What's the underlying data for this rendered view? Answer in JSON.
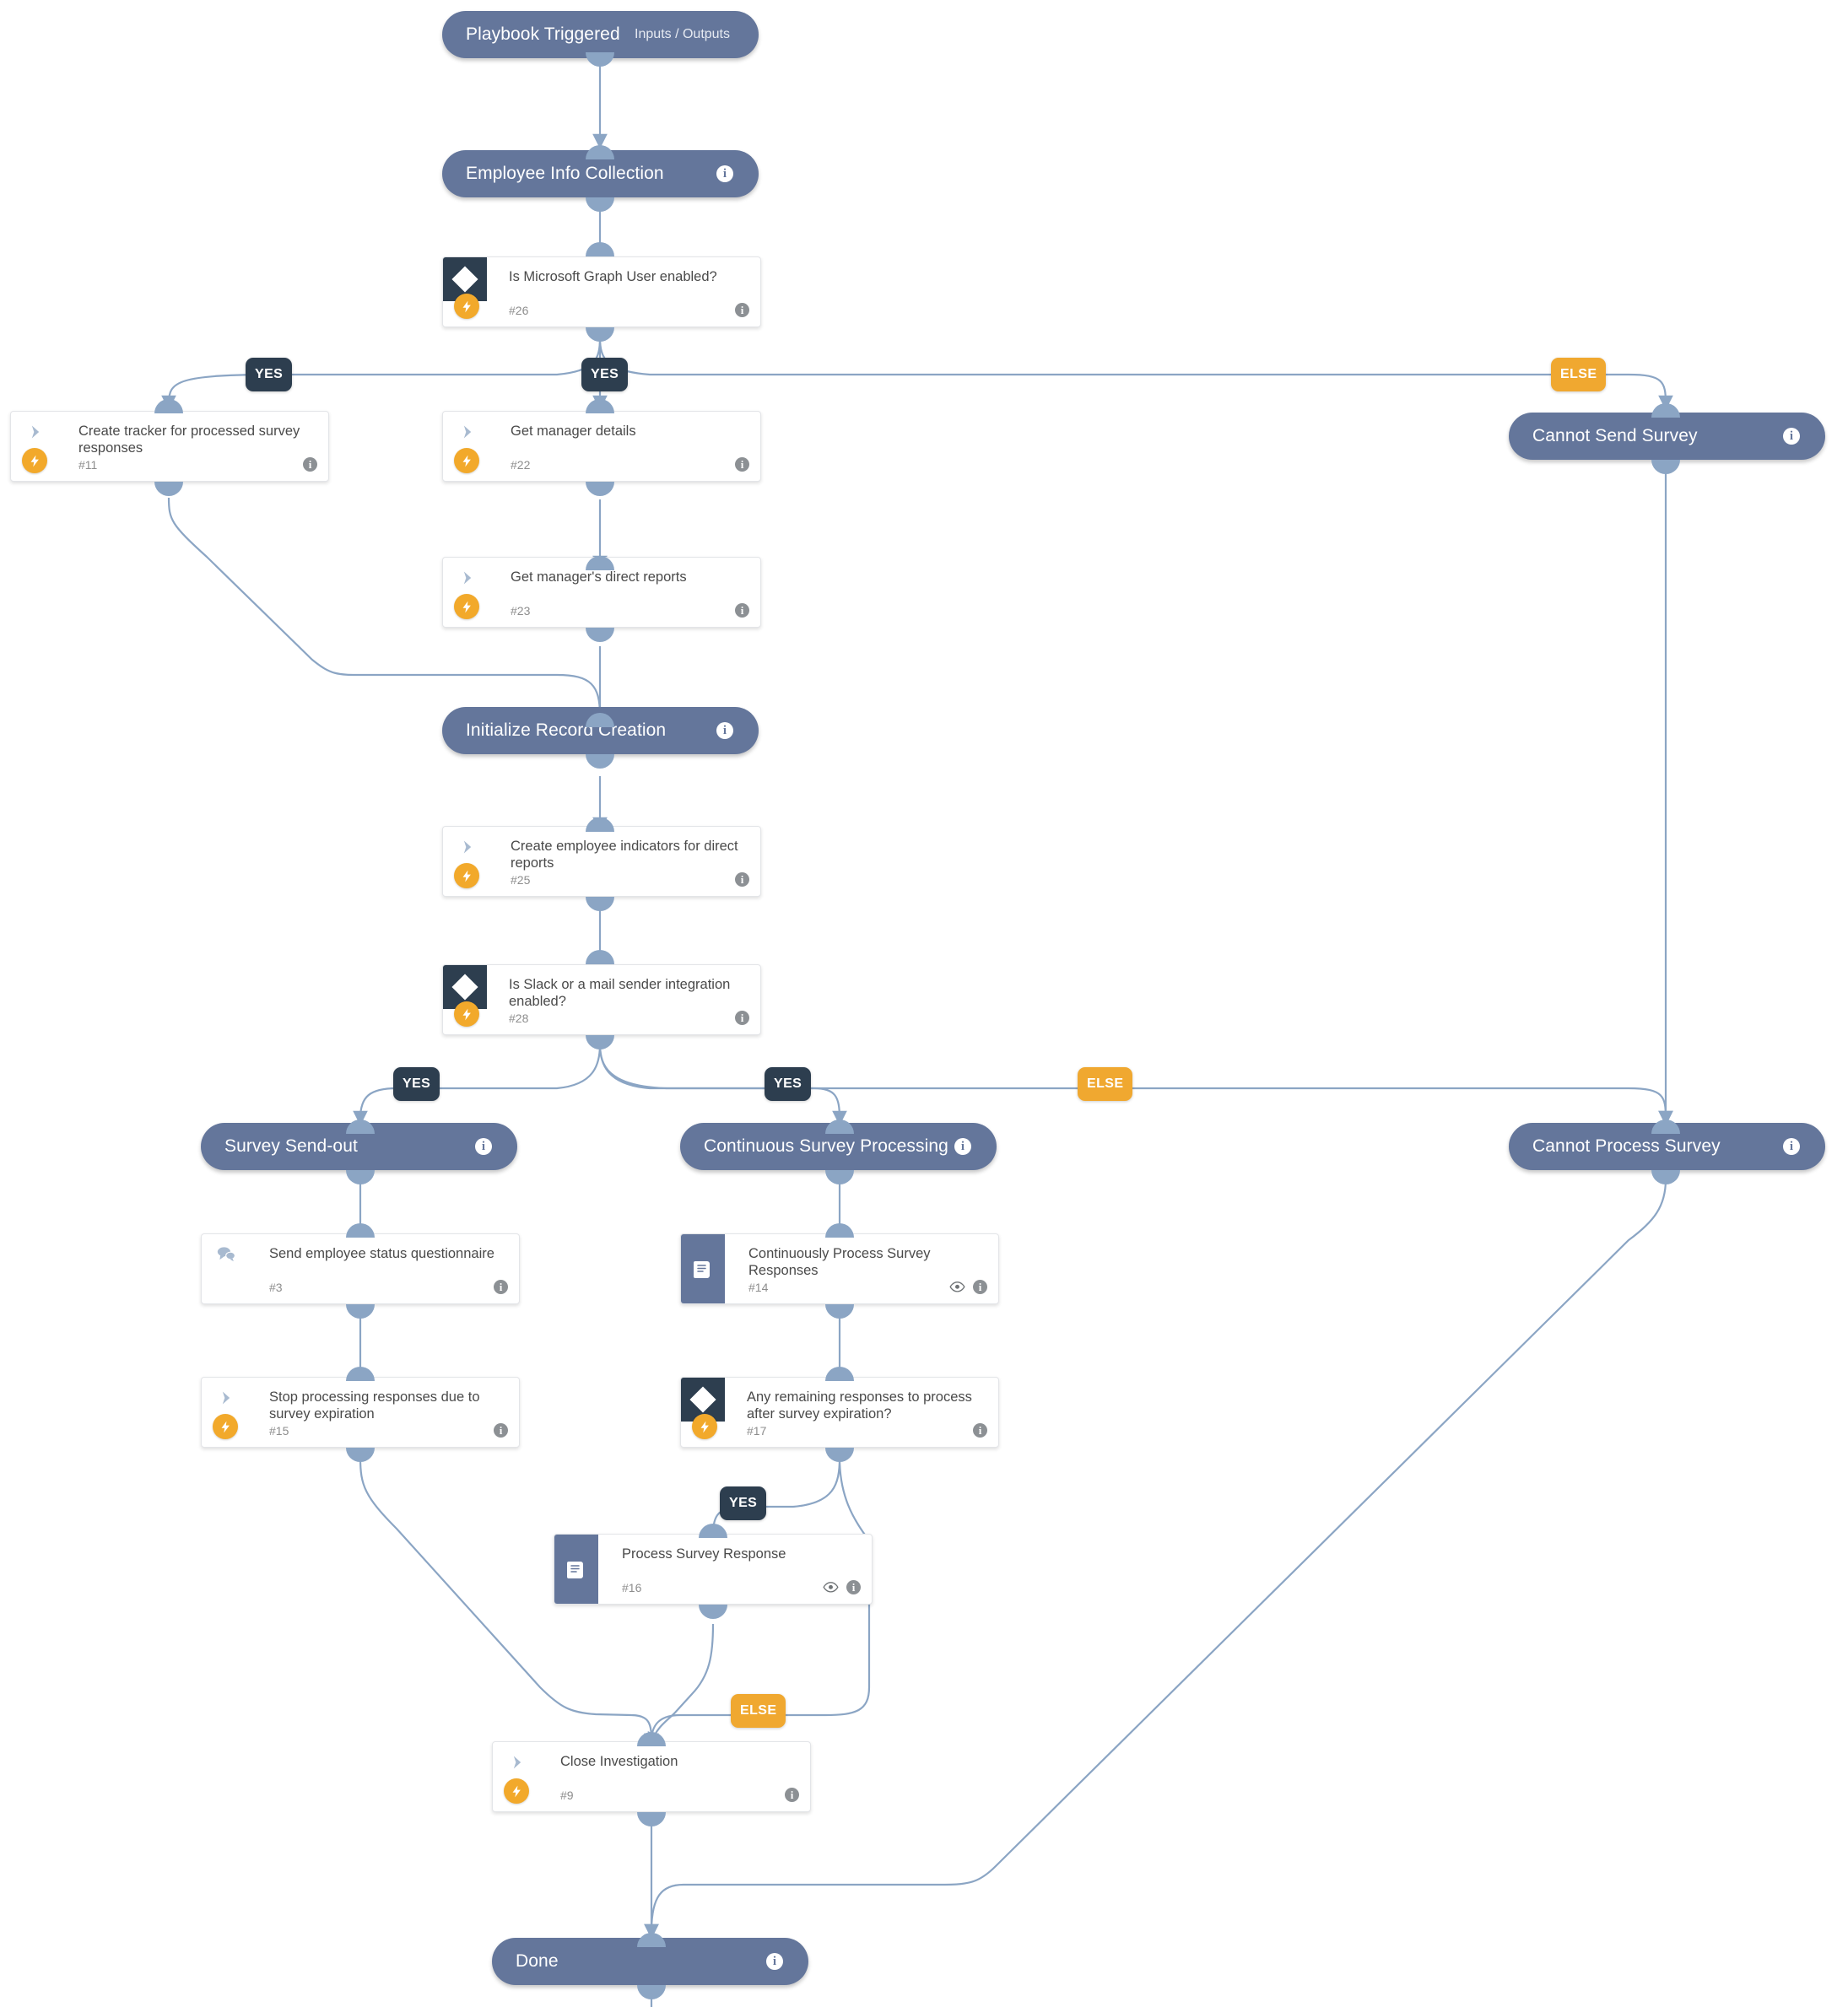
{
  "meta": {
    "colors": {
      "pill_bg": "#64769b",
      "condition_strip": "#2d3e4f",
      "bolt": "#f2a92b",
      "else_badge": "#f0a830",
      "yes_badge": "#2d3e4f",
      "edge": "#8ba5c4",
      "card_bg": "#ffffff"
    }
  },
  "nodes": {
    "playbook_triggered": {
      "label": "Playbook Triggered",
      "sub": "Inputs / Outputs",
      "type": "start"
    },
    "employee_info_collection": {
      "label": "Employee Info Collection",
      "type": "section",
      "info": "i"
    },
    "is_ms_graph_user_enabled": {
      "title": "Is Microsoft Graph User enabled?",
      "num": "#26",
      "type": "condition",
      "icon": "diamond-icon",
      "bolt": true,
      "info": "i"
    },
    "create_tracker": {
      "title": "Create tracker for processed survey responses",
      "num": "#11",
      "type": "task",
      "icon": "chevron-right-icon",
      "bolt": true,
      "info": "i"
    },
    "get_manager_details": {
      "title": "Get manager details",
      "num": "#22",
      "type": "task",
      "icon": "chevron-right-icon",
      "bolt": true,
      "info": "i"
    },
    "get_manager_direct_reports": {
      "title": "Get manager's direct reports",
      "num": "#23",
      "type": "task",
      "icon": "chevron-right-icon",
      "bolt": true,
      "info": "i"
    },
    "cannot_send_survey": {
      "label": "Cannot Send Survey",
      "type": "section",
      "info": "i"
    },
    "initialize_record_creation": {
      "label": "Initialize Record Creation",
      "type": "section",
      "info": "i"
    },
    "create_employee_indicators": {
      "title": "Create employee indicators for direct reports",
      "num": "#25",
      "type": "task",
      "icon": "chevron-right-icon",
      "bolt": true,
      "info": "i"
    },
    "is_slack_or_mail_enabled": {
      "title": "Is Slack or a mail sender integration enabled?",
      "num": "#28",
      "type": "condition",
      "icon": "diamond-icon",
      "bolt": true,
      "info": "i"
    },
    "survey_send_out": {
      "label": "Survey Send-out",
      "type": "section",
      "info": "i"
    },
    "continuous_survey_processing": {
      "label": "Continuous Survey Processing",
      "type": "section",
      "info": "i"
    },
    "cannot_process_survey": {
      "label": "Cannot Process Survey",
      "type": "section",
      "info": "i"
    },
    "send_employee_status_questionnaire": {
      "title": "Send employee status questionnaire",
      "num": "#3",
      "type": "task",
      "icon": "chat-bubbles-icon",
      "bolt": false,
      "info": "i"
    },
    "continuously_process_survey_responses": {
      "title": "Continuously Process Survey Responses",
      "num": "#14",
      "type": "subplaybook",
      "icon": "book-icon",
      "eye": true,
      "info": "i"
    },
    "stop_processing_responses": {
      "title": "Stop processing responses due to survey expiration",
      "num": "#15",
      "type": "task",
      "icon": "chevron-right-icon",
      "bolt": true,
      "info": "i"
    },
    "any_remaining_responses": {
      "title": "Any remaining responses to process after survey expiration?",
      "num": "#17",
      "type": "condition",
      "icon": "diamond-icon",
      "bolt": true,
      "info": "i"
    },
    "process_survey_response": {
      "title": "Process Survey Response",
      "num": "#16",
      "type": "subplaybook",
      "icon": "book-icon",
      "eye": true,
      "info": "i"
    },
    "close_investigation": {
      "title": "Close Investigation",
      "num": "#9",
      "type": "task",
      "icon": "chevron-right-icon",
      "bolt": true,
      "info": "i"
    },
    "done": {
      "label": "Done",
      "type": "end",
      "info": "i"
    }
  },
  "branch_labels": {
    "graph_yes_left": "YES",
    "graph_yes_center": "YES",
    "graph_else": "ELSE",
    "slack_yes_left": "YES",
    "slack_yes_center": "YES",
    "slack_else": "ELSE",
    "remaining_yes": "YES",
    "remaining_else": "ELSE"
  }
}
